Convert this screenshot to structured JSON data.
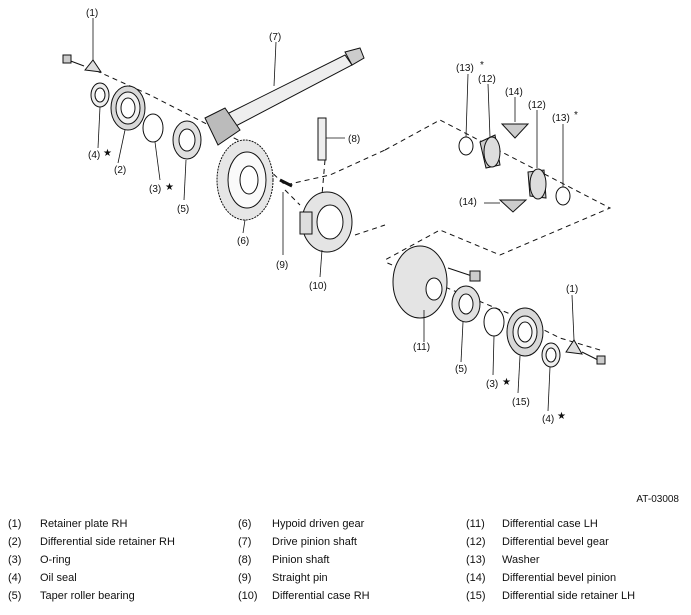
{
  "figure_id": "AT-03008",
  "callouts": [
    "(1)",
    "(2)",
    "(3)",
    "(4)",
    "(5)",
    "(6)",
    "(7)",
    "(8)",
    "(9)",
    "(10)",
    "(11)",
    "(12)",
    "(13)",
    "(14)",
    "(15)"
  ],
  "marks": {
    "star": "★",
    "asterisk": "*"
  },
  "legend": [
    {
      "num": "(1)",
      "label": "Retainer plate RH"
    },
    {
      "num": "(2)",
      "label": "Differential side retainer RH"
    },
    {
      "num": "(3)",
      "label": "O-ring"
    },
    {
      "num": "(4)",
      "label": "Oil seal"
    },
    {
      "num": "(5)",
      "label": "Taper roller bearing"
    },
    {
      "num": "(6)",
      "label": "Hypoid driven gear"
    },
    {
      "num": "(7)",
      "label": "Drive pinion shaft"
    },
    {
      "num": "(8)",
      "label": "Pinion shaft"
    },
    {
      "num": "(9)",
      "label": "Straight pin"
    },
    {
      "num": "(10)",
      "label": "Differential case RH"
    },
    {
      "num": "(11)",
      "label": "Differential case LH"
    },
    {
      "num": "(12)",
      "label": "Differential bevel gear"
    },
    {
      "num": "(13)",
      "label": "Washer"
    },
    {
      "num": "(14)",
      "label": "Differential bevel pinion"
    },
    {
      "num": "(15)",
      "label": "Differential side retainer LH"
    }
  ]
}
